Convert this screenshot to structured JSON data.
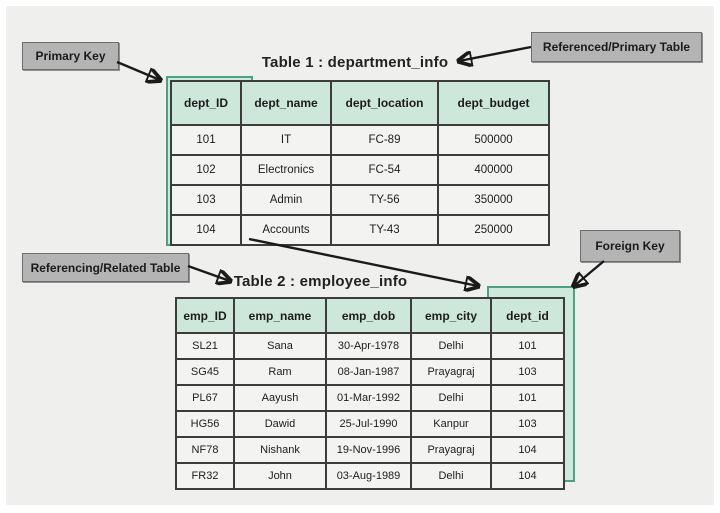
{
  "labels": {
    "primary_key": "Primary Key",
    "referenced_table": "Referenced/Primary Table",
    "referencing_table": "Referencing/Related Table",
    "foreign_key": "Foreign Key"
  },
  "table1": {
    "title": "Table 1 : department_info",
    "columns": [
      "dept_ID",
      "dept_name",
      "dept_location",
      "dept_budget"
    ],
    "rows": [
      [
        "101",
        "IT",
        "FC-89",
        "500000"
      ],
      [
        "102",
        "Electronics",
        "FC-54",
        "400000"
      ],
      [
        "103",
        "Admin",
        "TY-56",
        "350000"
      ],
      [
        "104",
        "Accounts",
        "TY-43",
        "250000"
      ]
    ]
  },
  "table2": {
    "title": "Table 2 : employee_info",
    "columns": [
      "emp_ID",
      "emp_name",
      "emp_dob",
      "emp_city",
      "dept_id"
    ],
    "rows": [
      [
        "SL21",
        "Sana",
        "30-Apr-1978",
        "Delhi",
        "101"
      ],
      [
        "SG45",
        "Ram",
        "08-Jan-1987",
        "Prayagraj",
        "103"
      ],
      [
        "PL67",
        "Aayush",
        "01-Mar-1992",
        "Delhi",
        "101"
      ],
      [
        "HG56",
        "Dawid",
        "25-Jul-1990",
        "Kanpur",
        "103"
      ],
      [
        "NF78",
        "Nishank",
        "19-Nov-1996",
        "Prayagraj",
        "104"
      ],
      [
        "FR32",
        "John",
        "03-Aug-1989",
        "Delhi",
        "104"
      ]
    ]
  },
  "colors": {
    "canvas_background": "#efefed",
    "header_fill": "#cde7da",
    "cell_fill": "#f3f3f1",
    "table_border": "#3c3c3c",
    "key_outline_green": "#4da183",
    "callout_fill": "#b4b4b4",
    "arrow": "#1a1a1a"
  }
}
